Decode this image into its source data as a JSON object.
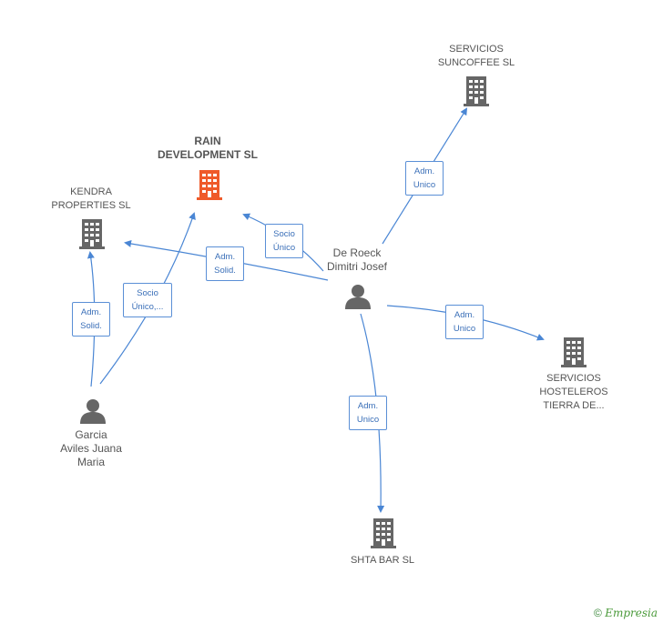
{
  "colors": {
    "edge": "#4a86d4",
    "node": "#666666",
    "main_node": "#ef5a2a"
  },
  "nodes": {
    "kendra": {
      "lines": [
        "KENDRA",
        "PROPERTIES SL"
      ],
      "icon": "building-icon"
    },
    "rain": {
      "lines": [
        "RAIN",
        "DEVELOPMENT SL"
      ],
      "icon": "building-icon"
    },
    "suncoffee": {
      "lines": [
        "SERVICIOS",
        "SUNCOFFEE SL"
      ],
      "icon": "building-icon"
    },
    "hosteleros": {
      "lines": [
        "SERVICIOS",
        "HOSTELEROS",
        "TIERRA DE..."
      ],
      "icon": "building-icon"
    },
    "shta": {
      "lines": [
        "SHTA BAR SL"
      ],
      "icon": "building-icon"
    },
    "deroeck": {
      "lines": [
        "De Roeck",
        "Dimitri Josef"
      ],
      "icon": "person-icon"
    },
    "garcia": {
      "lines": [
        "Garcia",
        "Aviles Juana",
        "Maria"
      ],
      "icon": "person-icon"
    }
  },
  "edges": [
    {
      "lines": [
        "Adm.",
        "Unico"
      ]
    },
    {
      "lines": [
        "Socio",
        "Único"
      ]
    },
    {
      "lines": [
        "Adm.",
        "Solid."
      ]
    },
    {
      "lines": [
        "Adm.",
        "Unico"
      ]
    },
    {
      "lines": [
        "Adm.",
        "Unico"
      ]
    },
    {
      "lines": [
        "Adm.",
        "Solid."
      ]
    },
    {
      "lines": [
        "Socio",
        "Único,..."
      ]
    }
  ],
  "footer": {
    "copyright": "©",
    "brand": "Empresia"
  }
}
